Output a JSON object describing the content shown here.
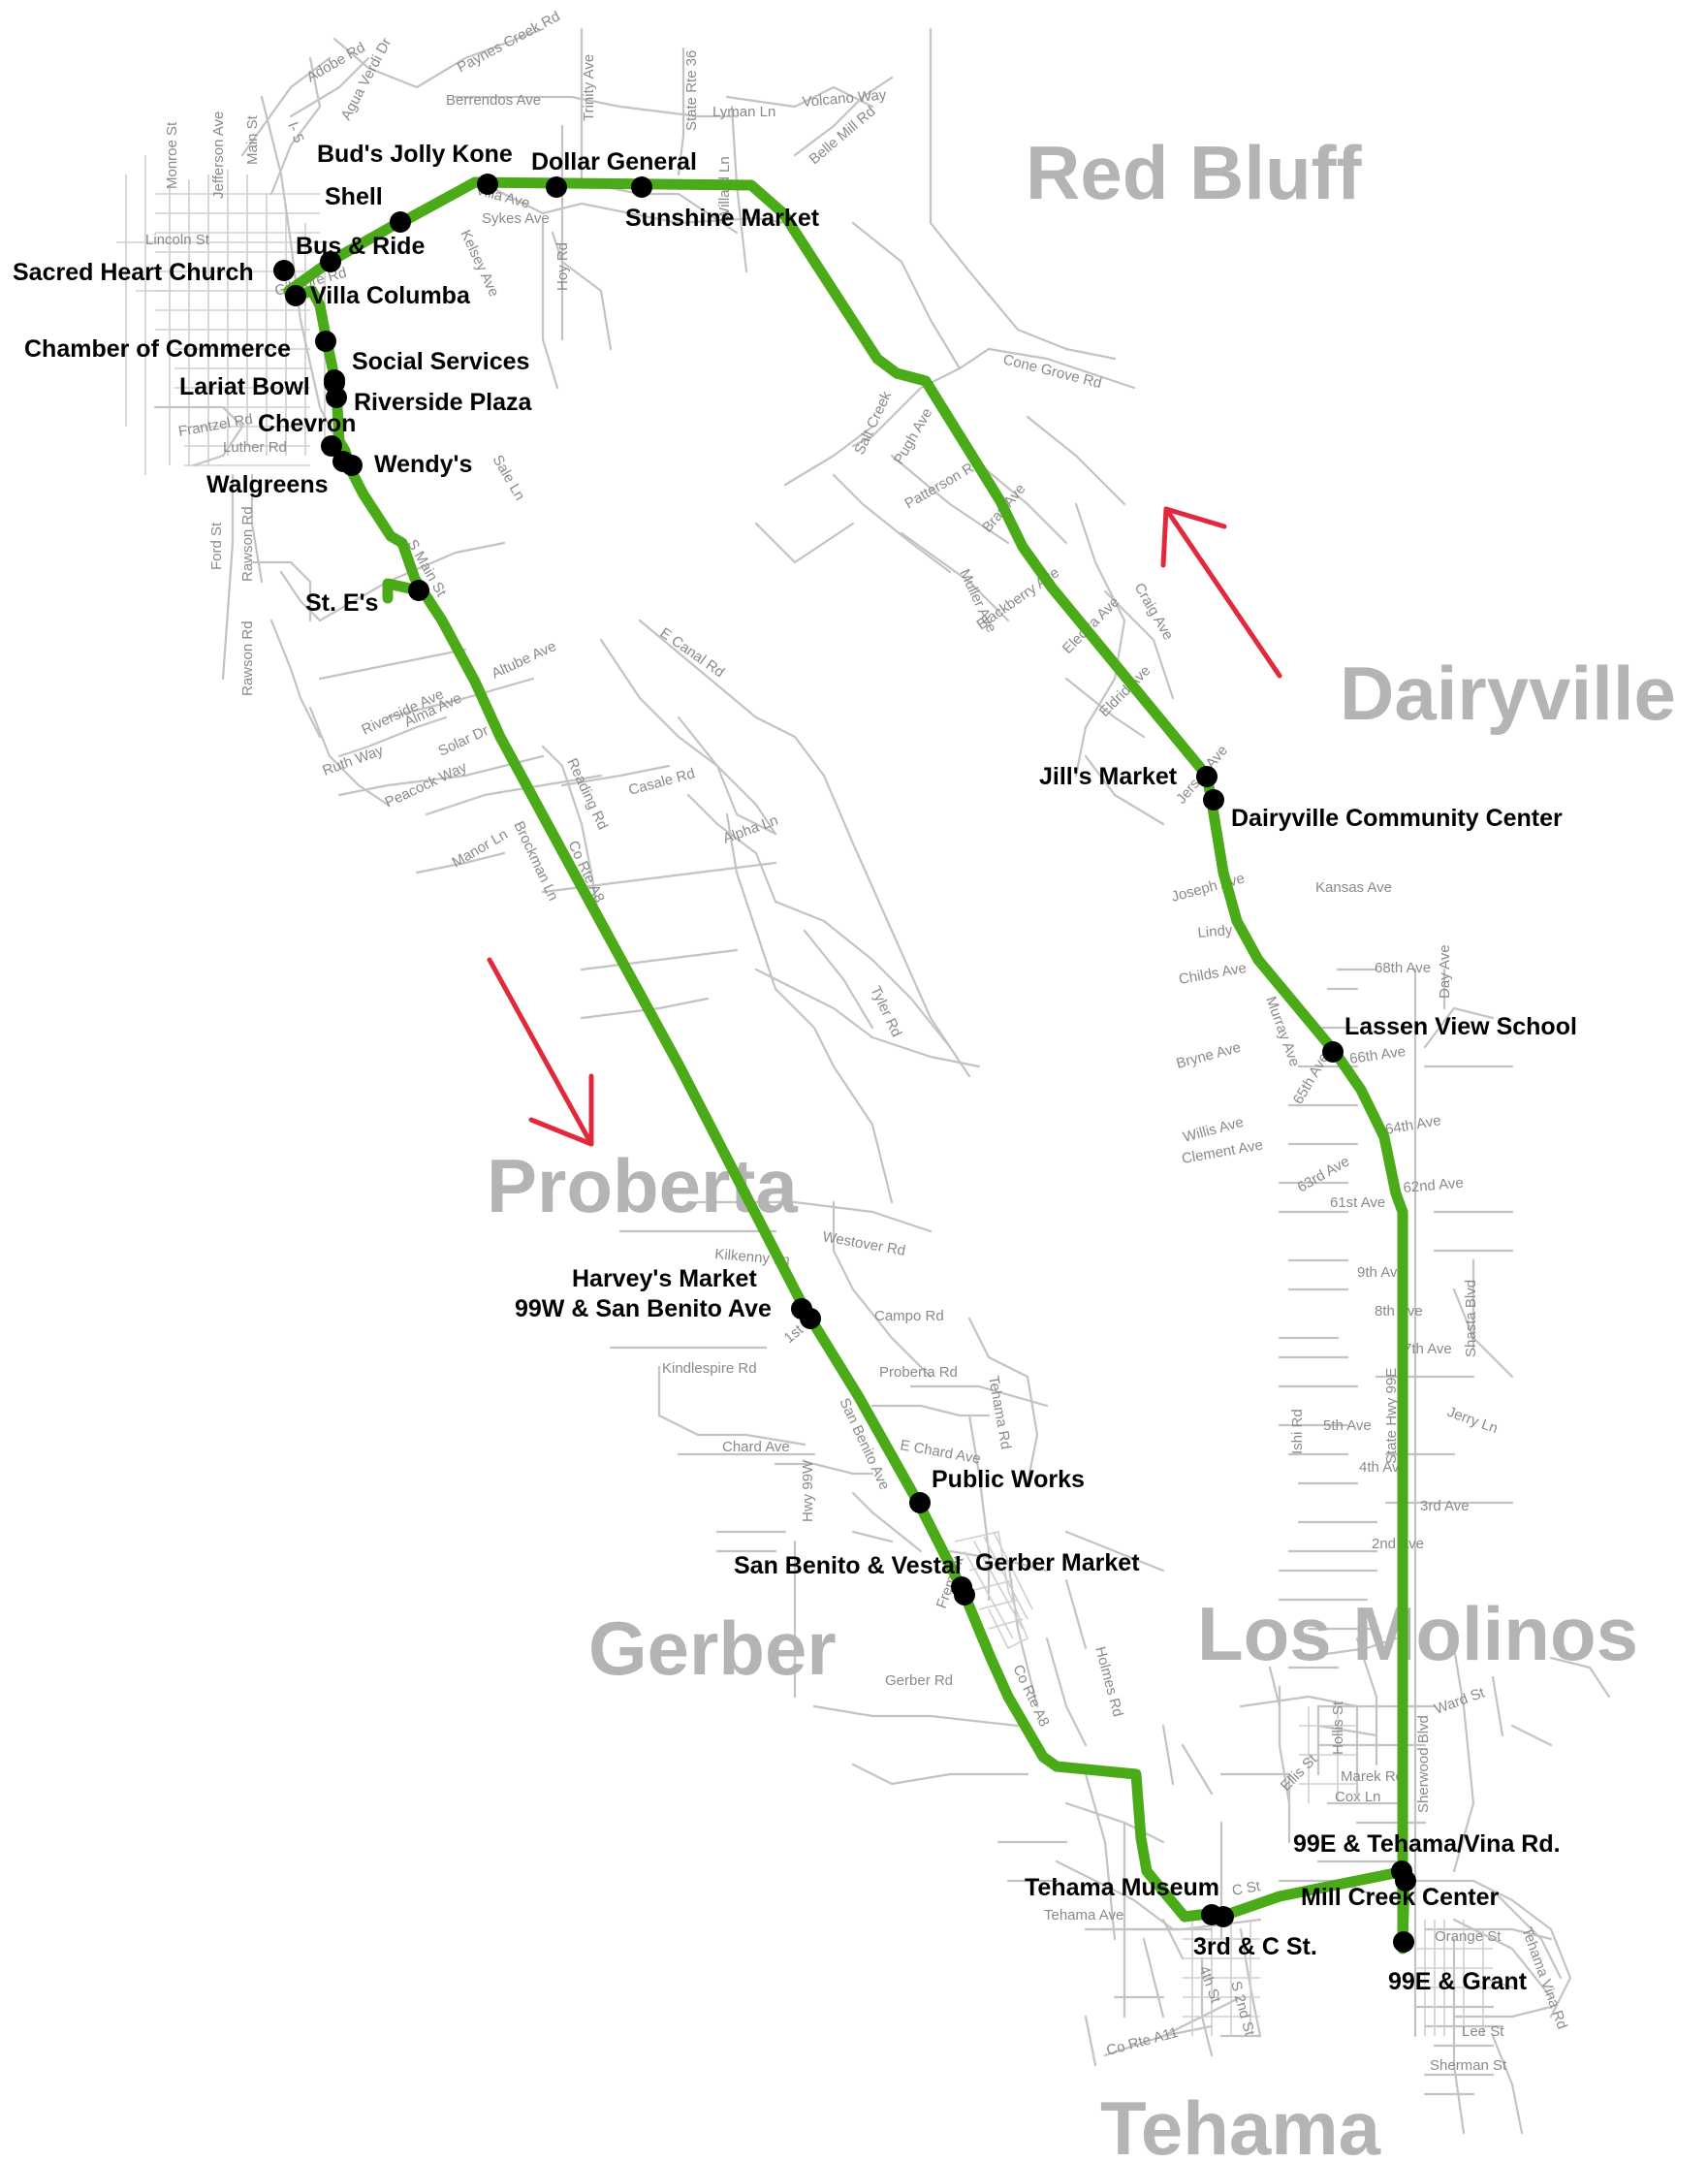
{
  "towns": [
    {
      "id": "red-bluff",
      "label": "Red Bluff"
    },
    {
      "id": "dairyville",
      "label": "Dairyville"
    },
    {
      "id": "proberta",
      "label": "Proberta"
    },
    {
      "id": "gerber",
      "label": "Gerber"
    },
    {
      "id": "los-molinos",
      "label": "Los Molinos"
    },
    {
      "id": "tehama",
      "label": "Tehama"
    }
  ],
  "stops": [
    {
      "id": "buds-jolly-kone",
      "label": "Bud's Jolly  Kone"
    },
    {
      "id": "dollar-general",
      "label": "Dollar General"
    },
    {
      "id": "sunshine-market",
      "label": "Sunshine Market"
    },
    {
      "id": "shell",
      "label": "Shell"
    },
    {
      "id": "bus-and-ride",
      "label": "Bus & Ride"
    },
    {
      "id": "sacred-heart-church",
      "label": "Sacred Heart Church"
    },
    {
      "id": "villa-columba",
      "label": "Villa Columba"
    },
    {
      "id": "chamber-of-commerce",
      "label": "Chamber of Commerce"
    },
    {
      "id": "social-services",
      "label": "Social Services"
    },
    {
      "id": "lariat-bowl",
      "label": "Lariat Bowl"
    },
    {
      "id": "riverside-plaza",
      "label": "Riverside Plaza"
    },
    {
      "id": "chevron",
      "label": "Chevron"
    },
    {
      "id": "wendys",
      "label": "Wendy's"
    },
    {
      "id": "walgreens",
      "label": "Walgreens"
    },
    {
      "id": "st-es",
      "label": "St.  E's"
    },
    {
      "id": "jills-market",
      "label": "Jill's Market"
    },
    {
      "id": "dairyville-community-center",
      "label": "Dairyville Community Center"
    },
    {
      "id": "lassen-view-school",
      "label": "Lassen View School"
    },
    {
      "id": "harveys-market",
      "label": "Harvey's  Market"
    },
    {
      "id": "99w-san-benito",
      "label": "99W & San Benito Ave"
    },
    {
      "id": "public-works",
      "label": "Public Works"
    },
    {
      "id": "san-benito-vestal",
      "label": "San Benito & Vestal"
    },
    {
      "id": "gerber-market",
      "label": "Gerber Market"
    },
    {
      "id": "99e-tehama-vina",
      "label": "99E & Tehama/Vina Rd."
    },
    {
      "id": "tehama-museum",
      "label": "Tehama Museum"
    },
    {
      "id": "mill-creek-center",
      "label": "Mill Creek Center"
    },
    {
      "id": "3rd-c-st",
      "label": "3rd & C St."
    },
    {
      "id": "99e-grant",
      "label": "99E & Grant"
    }
  ],
  "streets": [
    {
      "id": "paynes-creek-rd",
      "label": "Paynes Creek Rd"
    },
    {
      "id": "adobe-rd",
      "label": "Adobe Rd"
    },
    {
      "id": "agua-verdi-dr",
      "label": "Agua Verdi Dr"
    },
    {
      "id": "berrendos-ave",
      "label": "Berrendos Ave"
    },
    {
      "id": "trinity-ave",
      "label": "Trinity Ave"
    },
    {
      "id": "state-rte-36",
      "label": "State Rte 36"
    },
    {
      "id": "lyman-ln",
      "label": "Lyman Ln"
    },
    {
      "id": "volcano-way",
      "label": "Volcano Way"
    },
    {
      "id": "belle-mill-rd",
      "label": "Belle Mill Rd"
    },
    {
      "id": "willard-ln",
      "label": "Willard Ln"
    },
    {
      "id": "i-5",
      "label": "I- 5"
    },
    {
      "id": "monroe-st",
      "label": "Monroe St"
    },
    {
      "id": "jefferson-ave",
      "label": "Jefferson Ave"
    },
    {
      "id": "main-st-north",
      "label": "Main St"
    },
    {
      "id": "lincoln-st",
      "label": "Lincoln St"
    },
    {
      "id": "sykes-ave",
      "label": "Sykes Ave"
    },
    {
      "id": "hoy-rd",
      "label": "Hoy Rd"
    },
    {
      "id": "cone-grove-rd",
      "label": "Cone Grove Rd"
    },
    {
      "id": "salt-creek",
      "label": "Salt Creek"
    },
    {
      "id": "pugh-ave",
      "label": "Pugh Ave"
    },
    {
      "id": "patterson-rd",
      "label": "Patterson Rd"
    },
    {
      "id": "muller-ave",
      "label": "Muller Ave"
    },
    {
      "id": "bray-ave",
      "label": "Bray Ave"
    },
    {
      "id": "blackberry-ave",
      "label": "Blackberry Ave"
    },
    {
      "id": "electra-ave",
      "label": "Electra Ave"
    },
    {
      "id": "craig-ave",
      "label": "Craig Ave"
    },
    {
      "id": "eldrid-ave",
      "label": "Eldrid Ave"
    },
    {
      "id": "jersey-ave",
      "label": "Jersey Ave"
    },
    {
      "id": "frantzel-rd",
      "label": "Frantzel Rd"
    },
    {
      "id": "luther-rd",
      "label": "Luther Rd"
    },
    {
      "id": "sale-ln",
      "label": "Sale Ln"
    },
    {
      "id": "ford-st",
      "label": "Ford St"
    },
    {
      "id": "rawson-rd",
      "label": "Rawson Rd"
    },
    {
      "id": "rawson-rd-2",
      "label": "Rawson Rd"
    },
    {
      "id": "s-main-st",
      "label": "S Main St"
    },
    {
      "id": "e-canal-rd",
      "label": "E Canal Rd"
    },
    {
      "id": "altube-ave",
      "label": "Altube Ave"
    },
    {
      "id": "riverside-ave",
      "label": "Riverside Ave"
    },
    {
      "id": "alma-ave",
      "label": "Alma Ave"
    },
    {
      "id": "ruth-way",
      "label": "Ruth Way"
    },
    {
      "id": "solar-dr",
      "label": "Solar Dr"
    },
    {
      "id": "peacock-way",
      "label": "Peacock Way"
    },
    {
      "id": "reading-rd",
      "label": "Reading Rd"
    },
    {
      "id": "casale-rd",
      "label": "Casale Rd"
    },
    {
      "id": "alpha-ln",
      "label": "Alpha Ln"
    },
    {
      "id": "manor-ln",
      "label": "Manor Ln"
    },
    {
      "id": "brockman-ln",
      "label": "Brockman Ln"
    },
    {
      "id": "co-rte-a8",
      "label": "Co Rte A8"
    },
    {
      "id": "tyler-rd",
      "label": "Tyler Rd"
    },
    {
      "id": "joseph-ave",
      "label": "Joseph Ave"
    },
    {
      "id": "kansas-ave",
      "label": "Kansas Ave"
    },
    {
      "id": "lindy-ave",
      "label": "Lindy"
    },
    {
      "id": "68th-ave",
      "label": "68th Ave"
    },
    {
      "id": "day-ave",
      "label": "Day Ave"
    },
    {
      "id": "childs-ave",
      "label": "Childs Ave"
    },
    {
      "id": "murray-ave",
      "label": "Murray Ave"
    },
    {
      "id": "bryne-ave",
      "label": "Bryne Ave"
    },
    {
      "id": "66th-ave",
      "label": "66th Ave"
    },
    {
      "id": "65th-ave",
      "label": "65th Ave"
    },
    {
      "id": "64th-ave",
      "label": "64th Ave"
    },
    {
      "id": "willis-ave",
      "label": "Willis Ave"
    },
    {
      "id": "clement-ave",
      "label": "Clement Ave"
    },
    {
      "id": "63rd-ave",
      "label": "63rd Ave"
    },
    {
      "id": "62nd-ave",
      "label": "62nd Ave"
    },
    {
      "id": "61st-ave",
      "label": "61st Ave"
    },
    {
      "id": "westover-rd",
      "label": "Westover Rd"
    },
    {
      "id": "kilkenny-ln",
      "label": "Kilkenny Ln"
    },
    {
      "id": "9th-ave",
      "label": "9th Ave"
    },
    {
      "id": "8th-ave",
      "label": "8th Ave"
    },
    {
      "id": "7th-ave",
      "label": "7th Ave"
    },
    {
      "id": "shasta-blvd",
      "label": "Shasta Blvd"
    },
    {
      "id": "campo-rd",
      "label": "Campo Rd"
    },
    {
      "id": "1st-st",
      "label": "1st St"
    },
    {
      "id": "kindlespire-rd",
      "label": "Kindlespire Rd"
    },
    {
      "id": "proberta-rd",
      "label": "Proberta Rd"
    },
    {
      "id": "san-benito-ave",
      "label": "San Benito Ave"
    },
    {
      "id": "tehama-rd",
      "label": "Tehama Rd"
    },
    {
      "id": "ishi-rd",
      "label": "Ishi Rd"
    },
    {
      "id": "5th-ave",
      "label": "5th Ave"
    },
    {
      "id": "state-hwy-99e",
      "label": "State Hwy 99E"
    },
    {
      "id": "jerry-ln",
      "label": "Jerry Ln"
    },
    {
      "id": "chard-ave",
      "label": "Chard Ave"
    },
    {
      "id": "e-chard-ave",
      "label": "E Chard Ave"
    },
    {
      "id": "hwy-99w",
      "label": "Hwy 99W"
    },
    {
      "id": "4th-ave",
      "label": "4th Ave"
    },
    {
      "id": "3rd-ave",
      "label": "3rd Ave"
    },
    {
      "id": "2nd-ave",
      "label": "2nd Ave"
    },
    {
      "id": "fremont",
      "label": "Fremont"
    },
    {
      "id": "gerber-rd",
      "label": "Gerber Rd"
    },
    {
      "id": "co-rte-a8-2",
      "label": "Co Rte A8"
    },
    {
      "id": "holmes-rd",
      "label": "Holmes Rd"
    },
    {
      "id": "hollis-st",
      "label": "Hollis St"
    },
    {
      "id": "ward-st",
      "label": "Ward St"
    },
    {
      "id": "sherwood-blvd",
      "label": "Sherwood Blvd"
    },
    {
      "id": "ellis-st",
      "label": "Ellis St"
    },
    {
      "id": "marek-rd",
      "label": "Marek Rd"
    },
    {
      "id": "cox-ln",
      "label": "Cox Ln"
    },
    {
      "id": "c-st",
      "label": "C St"
    },
    {
      "id": "tehama-ave",
      "label": "Tehama Ave"
    },
    {
      "id": "orange-st",
      "label": "Orange St"
    },
    {
      "id": "tehama-vina-rd",
      "label": "Tehama Vina Rd"
    },
    {
      "id": "4th-st",
      "label": "4th St"
    },
    {
      "id": "s-2nd-st",
      "label": "S 2nd St"
    },
    {
      "id": "co-rte-a11",
      "label": "Co Rte A11"
    },
    {
      "id": "lee-st",
      "label": "Lee St"
    },
    {
      "id": "sherman-st",
      "label": "Sherman St"
    },
    {
      "id": "vilia-ave",
      "label": "Vilia Ave"
    },
    {
      "id": "kelsey-ave",
      "label": "Kelsey Ave"
    },
    {
      "id": "gilmore-rd",
      "label": "Gilmore Rd"
    }
  ],
  "colors": {
    "route": "#4aaa17",
    "arrow": "#e2283b",
    "town_label": "#b4b4b4",
    "road": "#c3c3c3",
    "stop": "#000000"
  }
}
